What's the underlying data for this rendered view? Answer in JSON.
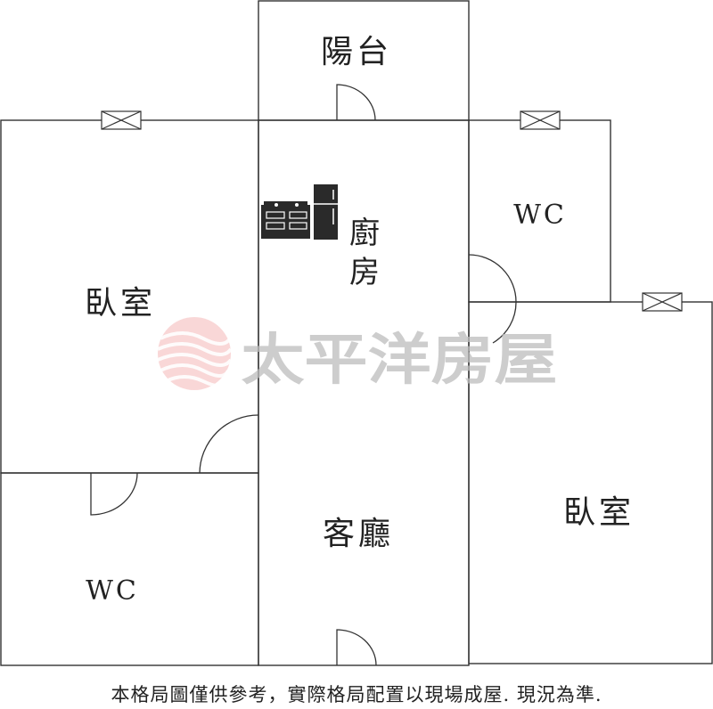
{
  "rooms": {
    "balcony": "陽台",
    "kitchen_line1": "廚",
    "kitchen_line2": "房",
    "bedroom_left": "臥室",
    "bedroom_right": "臥室",
    "wc_top_right": "WC",
    "wc_bottom_left": "WC",
    "living_room": "客廳"
  },
  "watermark": {
    "text": "太平洋房屋",
    "logo_color": "#f08c8c",
    "text_color": "#bdbdbd"
  },
  "disclaimer": "本格局圖僅供參考，實際格局配置以現場成屋. 現況為準.",
  "colors": {
    "wall": "#333333",
    "appliance": "#2a2a2a"
  }
}
